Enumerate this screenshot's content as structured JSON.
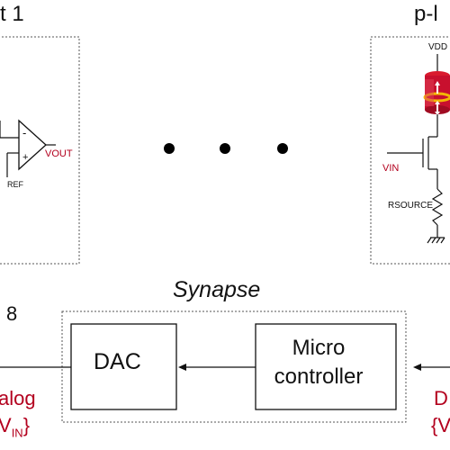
{
  "neuron_left": {
    "title": "t 1",
    "vout_label": "VOUT",
    "vref_label": "REF",
    "opamp_minus": "-",
    "opamp_plus": "+"
  },
  "neuron_right": {
    "title": "p-l",
    "vdd_label": "VDD",
    "vin_label": "VIN",
    "rsource_label": "RSOURCE"
  },
  "ellipsis": "• • •",
  "synapse": {
    "title": "Synapse",
    "number": "8",
    "dac_label": "DAC",
    "micro_line1": "Micro",
    "micro_line2": "controller",
    "analog_line1": "alog",
    "analog_line2": "V",
    "analog_sub": "IN",
    "analog_close": "}",
    "digital_line1": "D",
    "digital_line2": "{V"
  },
  "colors": {
    "signal_red": "#b3001e",
    "device_red": "#c8102e",
    "device_gold": "#f2b705",
    "box_dotted": "#555555",
    "line": "#111111"
  }
}
